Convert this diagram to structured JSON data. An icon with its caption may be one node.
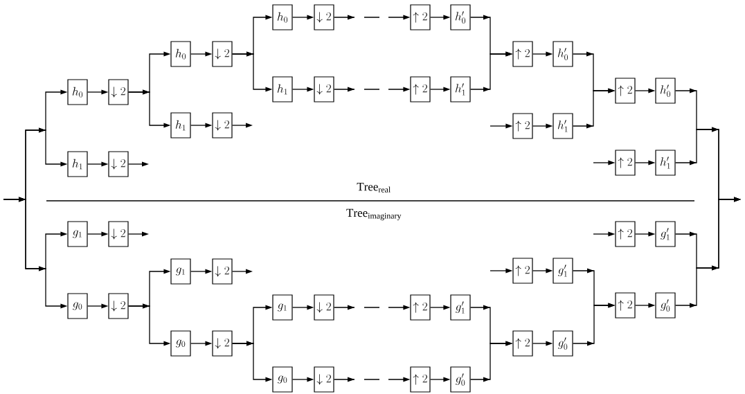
{
  "diagram": {
    "nodes": [
      {
        "text": [
          "h_0"
        ]
      },
      {
        "text": [
          "\\downarrow 2"
        ]
      },
      {
        "text": [
          "h_1"
        ]
      },
      {
        "text": [
          "\\downarrow 2"
        ]
      },
      {
        "text": [
          "h_0"
        ]
      },
      {
        "text": [
          "\\downarrow 2"
        ]
      },
      {
        "text": [
          "h_1"
        ]
      },
      {
        "text": [
          "\\downarrow 2"
        ]
      },
      {
        "text": [
          "h_0"
        ]
      },
      {
        "text": [
          "\\downarrow 2"
        ]
      },
      {
        "text": [
          "h_1"
        ]
      },
      {
        "text": [
          "\\downarrow 2"
        ]
      },
      {
        "text": [
          "\\uparrow 2"
        ]
      },
      {
        "text": [
          "h'_0"
        ]
      },
      {
        "text": [
          "\\uparrow 2"
        ]
      },
      {
        "text": [
          "h'_1"
        ]
      },
      {
        "text": [
          "\\uparrow 2"
        ]
      },
      {
        "text": [
          "h'_0"
        ]
      },
      {
        "text": [
          "\\uparrow 2"
        ]
      },
      {
        "text": [
          "h'_1"
        ]
      },
      {
        "text": [
          "\\uparrow 2"
        ]
      },
      {
        "text": [
          "h'_0"
        ]
      },
      {
        "text": [
          "\\uparrow 2"
        ]
      },
      {
        "text": [
          "h'_1"
        ]
      },
      {
        "text": [
          "g_1"
        ]
      },
      {
        "text": [
          "\\downarrow 2"
        ]
      },
      {
        "text": [
          "g_0"
        ]
      },
      {
        "text": [
          "\\downarrow 2"
        ]
      },
      {
        "text": [
          "g_1"
        ]
      },
      {
        "text": [
          "\\downarrow 2"
        ]
      },
      {
        "text": [
          "g_0"
        ]
      },
      {
        "text": [
          "\\downarrow 2"
        ]
      },
      {
        "text": [
          "g_1"
        ]
      },
      {
        "text": [
          "\\downarrow 2"
        ]
      },
      {
        "text": [
          "g_0"
        ]
      },
      {
        "text": [
          "\\downarrow 2"
        ]
      },
      {
        "text": [
          "\\uparrow 2"
        ]
      },
      {
        "text": [
          "g'_1"
        ]
      },
      {
        "text": [
          "\\uparrow 2"
        ]
      },
      {
        "text": [
          "g'_0"
        ]
      },
      {
        "text": [
          "\\uparrow 2"
        ]
      },
      {
        "text": [
          "g'_1"
        ]
      },
      {
        "text": [
          "\\uparrow 2"
        ]
      },
      {
        "text": [
          "g'_0"
        ]
      },
      {
        "text": [
          "\\uparrow 2"
        ]
      },
      {
        "text": [
          "g'_1"
        ]
      },
      {
        "text": [
          "\\uparrow 2"
        ]
      },
      {
        "text": [
          "g'_0"
        ]
      }
    ],
    "edges": [
      {
        "from": null,
        "to": 0,
        "arrow": "to"
      },
      {
        "from": null,
        "to": 2,
        "arrow": "to"
      },
      {
        "from": 0,
        "to": 1,
        "arrow": "to"
      },
      {
        "from": 2,
        "to": 3,
        "arrow": "to"
      },
      {
        "from": 1,
        "to": 4,
        "arrow": "to"
      },
      {
        "from": 1,
        "to": 6,
        "arrow": "to"
      },
      {
        "from": 3,
        "to": null,
        "arrow": "to"
      },
      {
        "from": 4,
        "to": 5,
        "arrow": "to"
      },
      {
        "from": 6,
        "to": 7,
        "arrow": "to"
      },
      {
        "from": 5,
        "to": 8,
        "arrow": "to"
      },
      {
        "from": 5,
        "to": 10,
        "arrow": "to"
      },
      {
        "from": 7,
        "to": null,
        "arrow": "to"
      },
      {
        "from": 8,
        "to": 9,
        "arrow": "to"
      },
      {
        "from": 10,
        "to": 11,
        "arrow": "to"
      },
      {
        "from": 9,
        "to": 12,
        "arrow": "to",
        "style": "dashed"
      },
      {
        "from": 11,
        "to": 14,
        "arrow": "to",
        "style": "dashed"
      },
      {
        "from": 12,
        "to": 13,
        "arrow": "to"
      },
      {
        "from": 14,
        "to": 15,
        "arrow": "to"
      },
      {
        "from": 13,
        "to": 16,
        "arrow": "to"
      },
      {
        "from": 15,
        "to": 16,
        "arrow": "to"
      },
      {
        "from": null,
        "to": 18,
        "arrow": "to"
      },
      {
        "from": 16,
        "to": 17,
        "arrow": "to"
      },
      {
        "from": 18,
        "to": 19,
        "arrow": "to"
      },
      {
        "from": 17,
        "to": 20,
        "arrow": "to"
      },
      {
        "from": 19,
        "to": 20,
        "arrow": "to"
      },
      {
        "from": null,
        "to": 22,
        "arrow": "to"
      },
      {
        "from": 20,
        "to": 21,
        "arrow": "to"
      },
      {
        "from": 22,
        "to": 23,
        "arrow": "to"
      },
      {
        "from": 21,
        "to": null,
        "arrow": "to"
      },
      {
        "from": 23,
        "to": null,
        "arrow": "to"
      },
      {
        "from": null,
        "to": 24,
        "arrow": "to"
      },
      {
        "from": null,
        "to": 26,
        "arrow": "to"
      },
      {
        "from": 24,
        "to": 25,
        "arrow": "to"
      },
      {
        "from": 26,
        "to": 27,
        "arrow": "to"
      },
      {
        "from": 25,
        "to": null,
        "arrow": "to"
      },
      {
        "from": 27,
        "to": 28,
        "arrow": "to"
      },
      {
        "from": 27,
        "to": 30,
        "arrow": "to"
      },
      {
        "from": 28,
        "to": 29,
        "arrow": "to"
      },
      {
        "from": 30,
        "to": 31,
        "arrow": "to"
      },
      {
        "from": 29,
        "to": null,
        "arrow": "to"
      },
      {
        "from": 31,
        "to": 32,
        "arrow": "to"
      },
      {
        "from": 31,
        "to": 34,
        "arrow": "to"
      },
      {
        "from": 32,
        "to": 33,
        "arrow": "to"
      },
      {
        "from": 34,
        "to": 35,
        "arrow": "to"
      },
      {
        "from": 33,
        "to": 36,
        "arrow": "to",
        "style": "dashed"
      },
      {
        "from": 35,
        "to": 38,
        "arrow": "to",
        "style": "dashed"
      },
      {
        "from": 36,
        "to": 37,
        "arrow": "to"
      },
      {
        "from": 38,
        "to": 39,
        "arrow": "to"
      },
      {
        "from": null,
        "to": 40,
        "arrow": "to"
      },
      {
        "from": 40,
        "to": 41,
        "arrow": "to"
      },
      {
        "from": 37,
        "to": 42,
        "arrow": "to"
      },
      {
        "from": 39,
        "to": 42,
        "arrow": "to"
      },
      {
        "from": 42,
        "to": 43,
        "arrow": "to"
      },
      {
        "from": null,
        "to": 44,
        "arrow": "to"
      },
      {
        "from": 44,
        "to": 45,
        "arrow": "to"
      },
      {
        "from": 41,
        "to": 46,
        "arrow": "to"
      },
      {
        "from": 43,
        "to": 46,
        "arrow": "to"
      },
      {
        "from": 46,
        "to": 47,
        "arrow": "to"
      },
      {
        "from": 45,
        "to": null,
        "arrow": "to"
      },
      {
        "from": 47,
        "to": null,
        "arrow": "to"
      }
    ],
    "labels": [
      "\\mathrm{Tree}_{\\mathrm{real}}",
      "\\mathrm{Tree}_{\\mathrm{imaginary}}"
    ]
  }
}
